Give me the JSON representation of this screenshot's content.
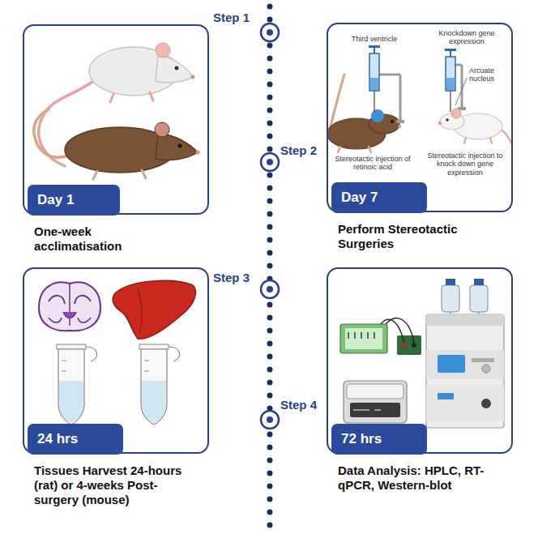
{
  "diagram": {
    "nodes": [
      {
        "text": [
          "Day 1",
          "One-week acclimatisation"
        ]
      },
      {
        "text": [
          "Day 7",
          "Perform Stereotactic Surgeries"
        ]
      },
      {
        "text": [
          "24 hrs",
          "Tissues Harvest 24-hours (rat) or 4-weeks Post-surgery (mouse)"
        ]
      },
      {
        "text": [
          "72 hrs",
          "Data Analysis: HPLC, RT-qPCR, Western-blot"
        ]
      }
    ],
    "labels": [
      "Step 1",
      "Step 2",
      "Step 3",
      "Step 4",
      "Third ventricle",
      "Knockdown gene expression",
      "Arcuate nucleus",
      "Stereotactic injection of retinoic acid",
      "Stereotactic injection to knock down gene expression"
    ]
  }
}
